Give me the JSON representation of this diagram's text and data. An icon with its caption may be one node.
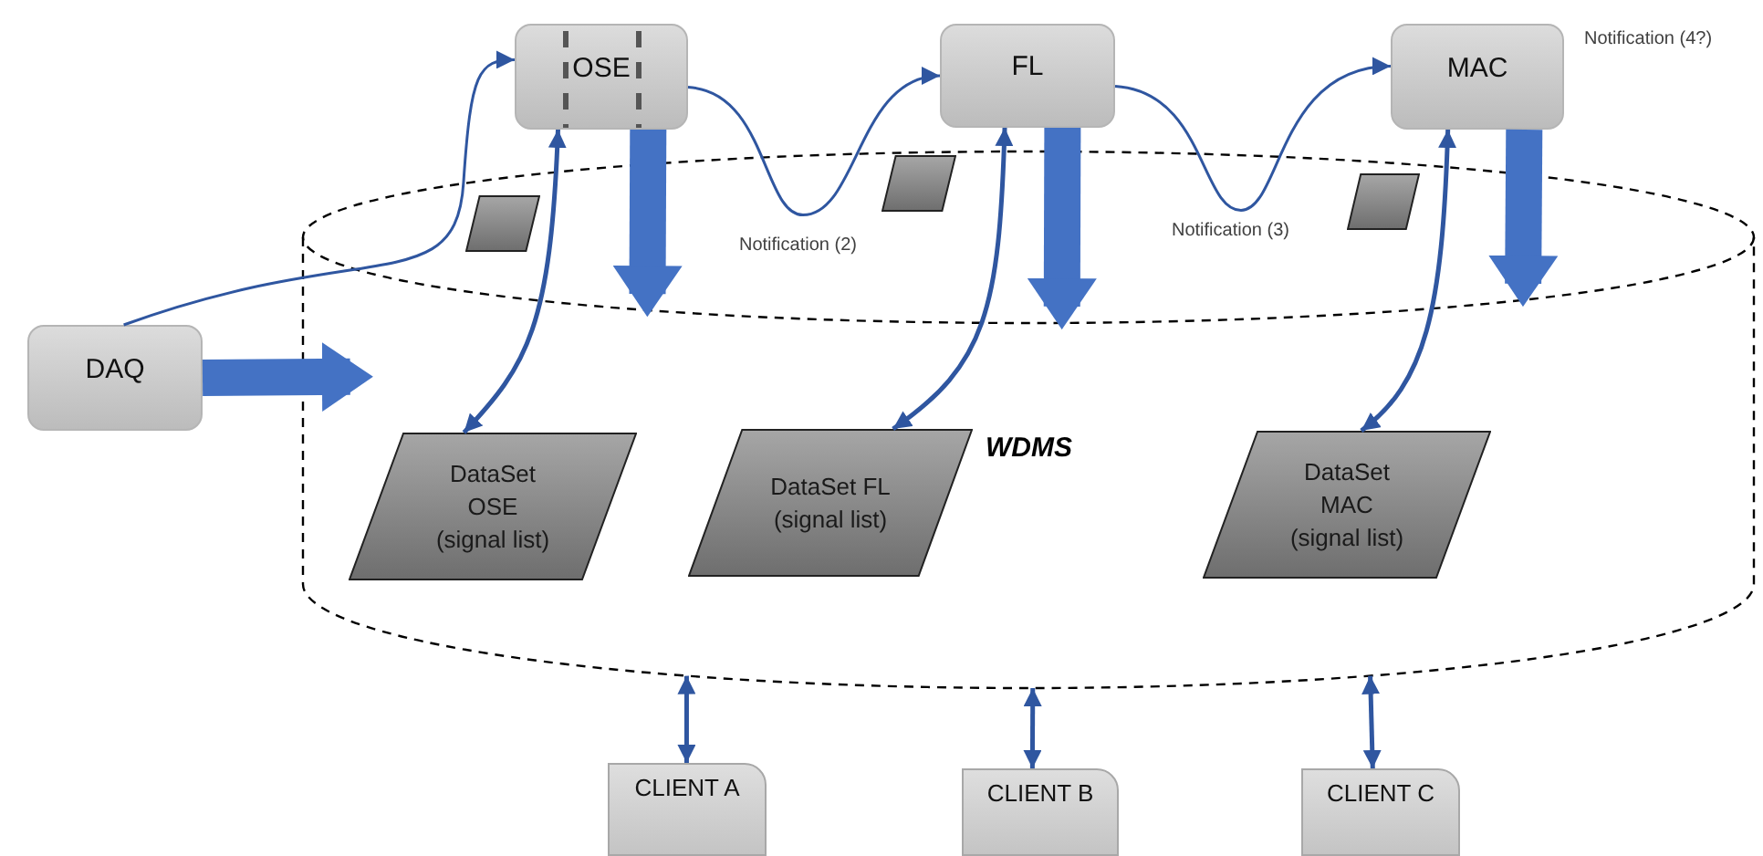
{
  "diagram": {
    "nodes": [
      {
        "text": [
          "WDMS"
        ]
      },
      {
        "text": [
          "DAQ"
        ]
      },
      {
        "text": [
          "OSE"
        ]
      },
      {
        "text": [
          "FL"
        ]
      },
      {
        "text": [
          "MAC"
        ],
        "beside": [
          "Notification (4?)"
        ]
      },
      {
        "text": [
          "DataSet OSE (signal list)"
        ],
        "in": 0
      },
      {
        "text": [
          "DataSet FL (signal list)"
        ],
        "in": 0
      },
      {
        "text": [
          "DataSet MAC (signal list)"
        ],
        "in": 0
      },
      {
        "text": [],
        "shape": "parallelogram",
        "in": 0
      },
      {
        "text": [],
        "shape": "parallelogram",
        "in": 0
      },
      {
        "text": [],
        "shape": "parallelogram",
        "in": 0
      },
      {
        "text": [
          "CLIENT A"
        ]
      },
      {
        "text": [
          "CLIENT B"
        ]
      },
      {
        "text": [
          "CLIENT C"
        ]
      }
    ],
    "edges": [
      {
        "from": 1,
        "to": 2,
        "arrow": "to"
      },
      {
        "from": 2,
        "to": 3,
        "arrow": "to",
        "label": "Notification (2)"
      },
      {
        "from": 3,
        "to": 4,
        "arrow": "to",
        "label": "Notification (3)"
      },
      {
        "from": 2,
        "to": 5,
        "arrow": "both"
      },
      {
        "from": 3,
        "to": 6,
        "arrow": "both"
      },
      {
        "from": 4,
        "to": 7,
        "arrow": "both"
      },
      {
        "from": 1,
        "to": 0,
        "arrow": "to",
        "style": "thick"
      },
      {
        "from": 2,
        "to": 0,
        "arrow": "to",
        "style": "thick"
      },
      {
        "from": 3,
        "to": 0,
        "arrow": "to",
        "style": "thick"
      },
      {
        "from": 4,
        "to": 0,
        "arrow": "to",
        "style": "thick"
      },
      {
        "from": 0,
        "to": 11,
        "arrow": "both"
      },
      {
        "from": 0,
        "to": 12,
        "arrow": "both"
      },
      {
        "from": 0,
        "to": 13,
        "arrow": "both"
      }
    ]
  }
}
